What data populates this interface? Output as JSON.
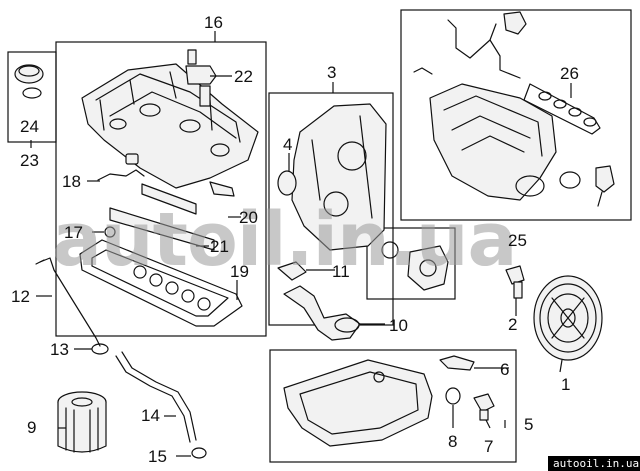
{
  "diagram": {
    "callouts": [
      "1",
      "2",
      "3",
      "4",
      "5",
      "6",
      "7",
      "8",
      "9",
      "10",
      "11",
      "12",
      "13",
      "14",
      "15",
      "16",
      "17",
      "18",
      "19",
      "20",
      "21",
      "22",
      "23",
      "24",
      "25",
      "26"
    ],
    "watermark": "autoil.in.ua",
    "footer_url": "autooil.in.ua"
  },
  "colors": {
    "line": "#111111",
    "background": "#ffffff",
    "watermark": "#9a9a9a",
    "footer_bg": "#000000"
  }
}
